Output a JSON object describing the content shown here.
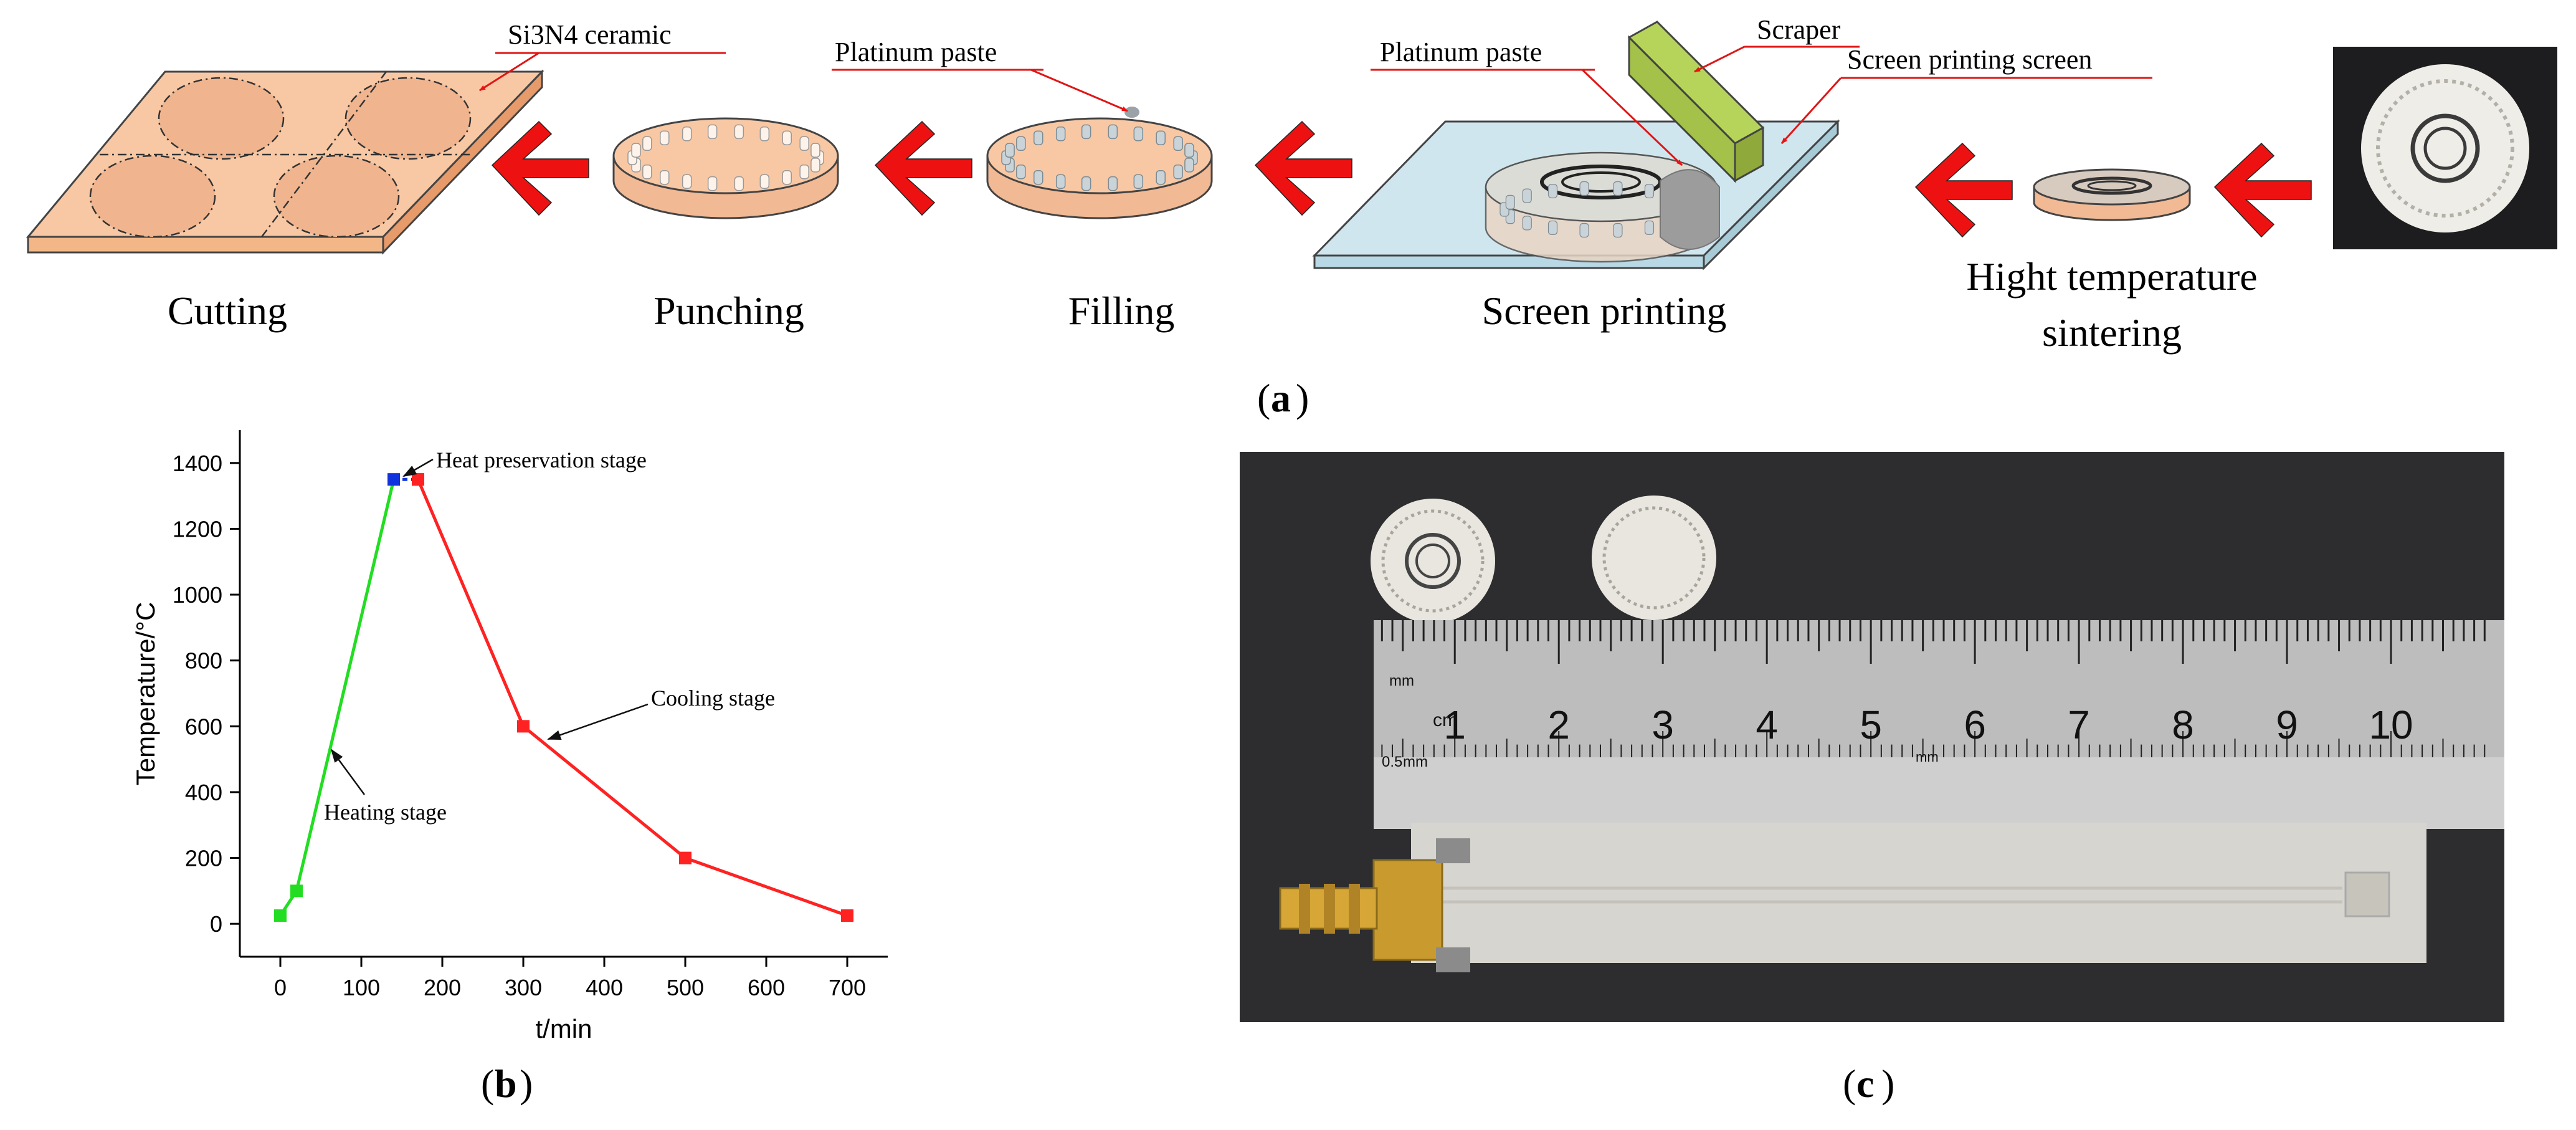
{
  "panel_a": {
    "steps": [
      "Cutting",
      "Punching",
      "Filling",
      "Screen printing"
    ],
    "sintering_line1": "Hight temperature",
    "sintering_line2": "sintering",
    "callouts": {
      "ceramic": "Si3N4 ceramic",
      "paste_filling": "Platinum paste",
      "paste_printing": "Platinum paste",
      "scraper": "Scraper",
      "screen": "Screen printing screen"
    },
    "label": "a"
  },
  "panel_b": {
    "label": "b"
  },
  "panel_c": {
    "label": "c",
    "ruler": {
      "unit_cm": "cm",
      "unit_mm": "mm",
      "half_mm": "0.5",
      "mid_mm": "mm",
      "numbers": [
        "1",
        "2",
        "3",
        "4",
        "5",
        "6",
        "7",
        "8",
        "9",
        "10"
      ]
    }
  },
  "colors": {
    "arrow": "#ee1111",
    "ceramic": "#f8c8a4",
    "ceramic_edge": "#e79a6a",
    "screen": "#cfe6ef",
    "scraper": "#b6d45a",
    "heating": "#22dd22",
    "hold": "#1133dd",
    "cooling": "#ff2222",
    "photo_bg": "#2d2d2f",
    "disk": "#e8e6df",
    "ruler": "#bdbdbd",
    "sensor": "#d7d5cf",
    "sma": "#c99a2e"
  },
  "chart_data": {
    "type": "line",
    "xlabel": "t/min",
    "ylabel": "Temperature/°C",
    "xlim": [
      -50,
      750
    ],
    "ylim": [
      -100,
      1500
    ],
    "xticks": [
      0,
      100,
      200,
      300,
      400,
      500,
      600,
      700
    ],
    "yticks": [
      0,
      200,
      400,
      600,
      800,
      1000,
      1200,
      1400
    ],
    "grid": false,
    "series": [
      {
        "name": "Heating stage",
        "color": "#22dd22",
        "x": [
          0,
          20,
          140
        ],
        "y": [
          25,
          100,
          1350
        ]
      },
      {
        "name": "Heat preservation stage",
        "color": "#1133dd",
        "dashed": true,
        "x": [
          140,
          170
        ],
        "y": [
          1350,
          1350
        ]
      },
      {
        "name": "Cooling stage",
        "color": "#ff2222",
        "x": [
          170,
          300,
          500,
          700
        ],
        "y": [
          1350,
          600,
          200,
          25
        ]
      }
    ],
    "annotations": [
      "Heating stage",
      "Heat preservation stage",
      "Cooling stage"
    ]
  }
}
